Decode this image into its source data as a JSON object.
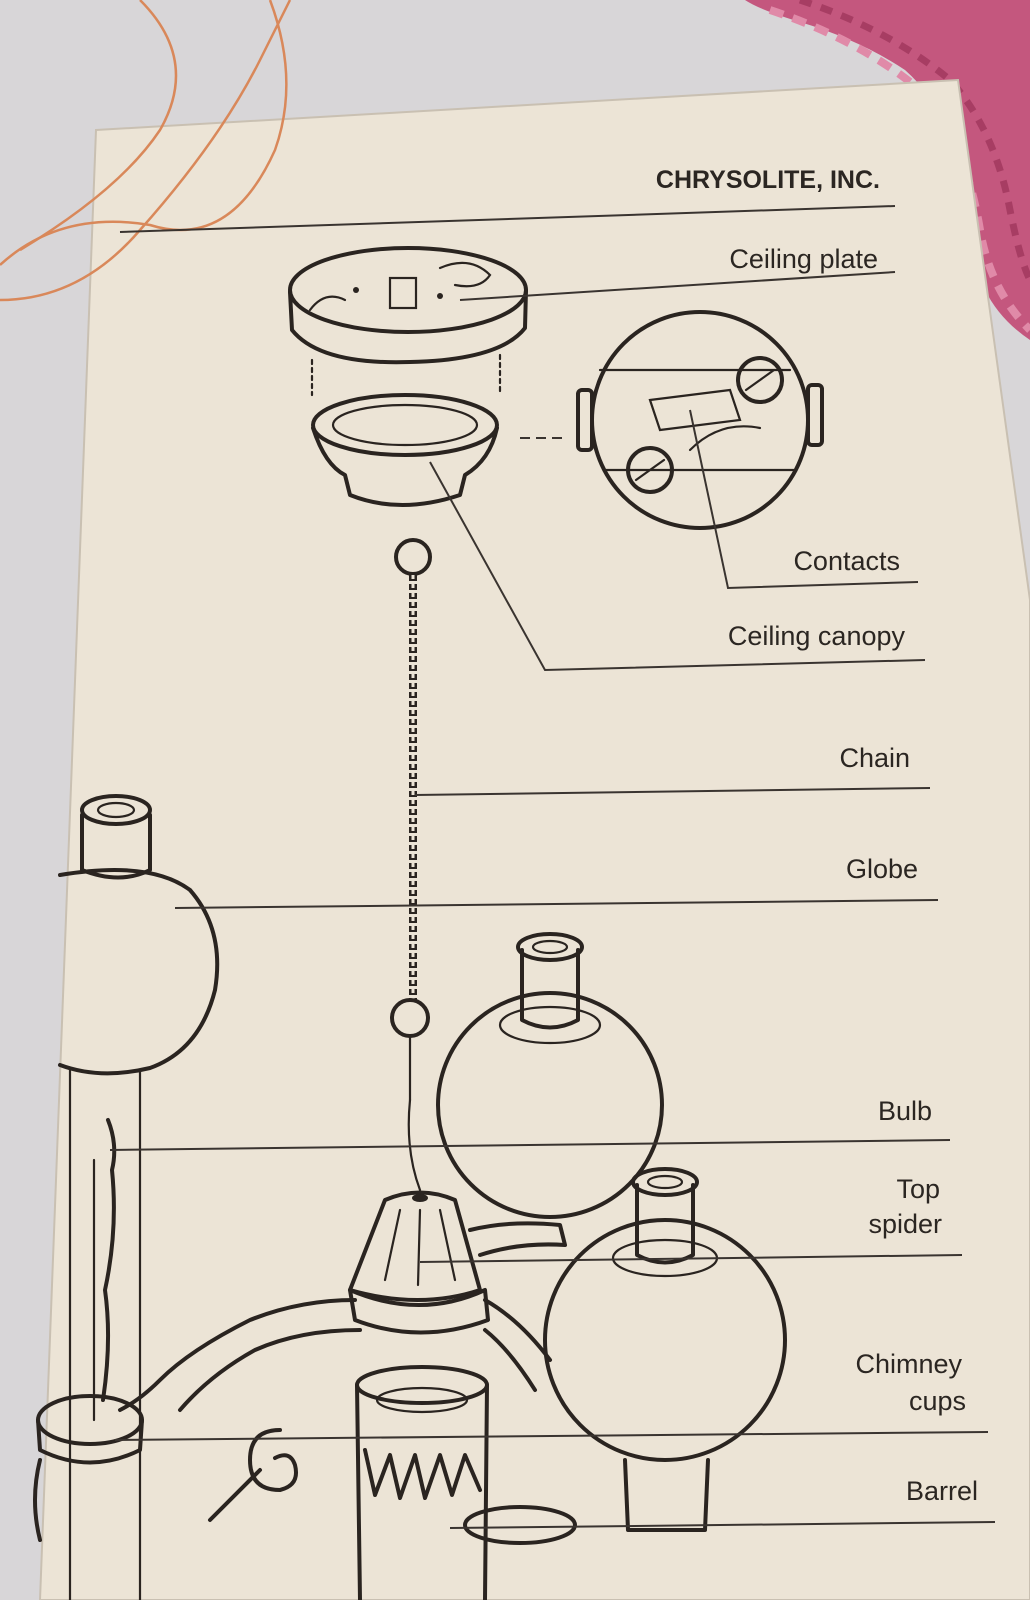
{
  "sheet": {
    "brand": "CHRYSOLITE, INC.",
    "labels": {
      "ceiling_plate": "Ceiling plate",
      "contacts": "Contacts",
      "ceiling_canopy": "Ceiling canopy",
      "chain": "Chain",
      "globe": "Globe",
      "bulb": "Bulb",
      "top_spider_1": "Top",
      "top_spider_2": "spider",
      "chimney_cups_1": "Chimney",
      "chimney_cups_2": "cups",
      "barrel": "Barrel"
    }
  },
  "colors": {
    "background": "#d8d6d8",
    "paper": "#ece4d6",
    "ink": "#2a2420",
    "wire": "#d9885a",
    "yarn": "#c4577e"
  }
}
